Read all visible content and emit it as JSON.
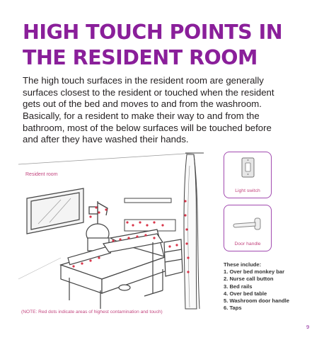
{
  "page": {
    "title_line1": "HIGH TOUCH POINTS IN",
    "title_line2": "THE RESIDENT ROOM",
    "paragraph1": "The high touch surfaces in the resident room are generally surfaces closest to the resident or touched when the resident gets out of the bed and moves to and from the washroom.",
    "paragraph2": "Basically, for a resident to make their way to and from the bathroom, most of the below surfaces will be touched before and after they have washed their hands.",
    "page_number": "9"
  },
  "illustration": {
    "label": "Resident room",
    "note": "(NOTE: Red dots indicate areas of highest contamination and touch)"
  },
  "cards": {
    "light_switch": "Light switch",
    "door_handle": "Door handle"
  },
  "includes": {
    "heading": "These include:",
    "items": [
      "1. Over bed monkey bar",
      "2. Nurse call button",
      "3. Bed rails",
      "4. Over bed table",
      "5. Washroom door handle",
      "6. Taps"
    ]
  },
  "colors": {
    "accent": "#8a1f9a",
    "label": "#c3467f",
    "contamination_dot": "#d9354a"
  }
}
